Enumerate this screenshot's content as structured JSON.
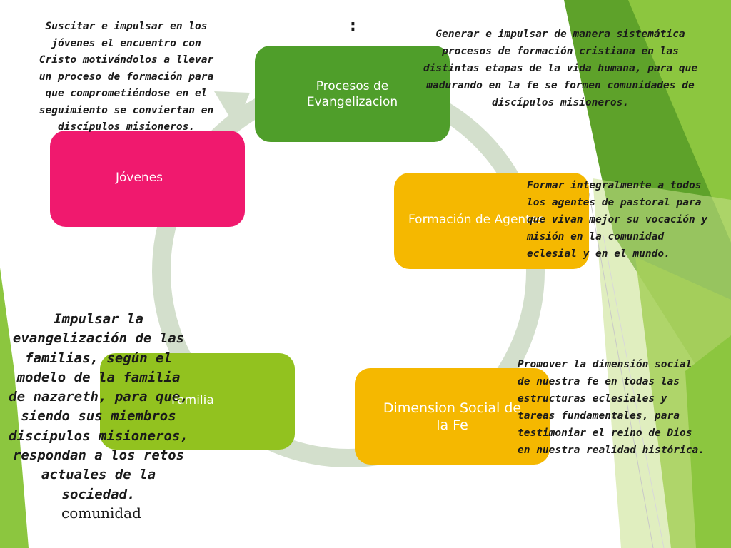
{
  "diagram": {
    "colon": ":",
    "nodes": {
      "procesos": {
        "label": "Procesos de Evangelizacion",
        "color": "#4f9e2a"
      },
      "jovenes": {
        "label": "Jóvenes",
        "color": "#f0196e"
      },
      "formacion": {
        "label": "Formación de Agentes",
        "color": "#f5b800"
      },
      "familia": {
        "label": "Familia",
        "color": "#92c21f"
      },
      "social": {
        "label": "Dimension Social de la Fe",
        "color": "#f5b800"
      }
    },
    "descriptions": {
      "jovenes": "Suscitar e impulsar en los jóvenes el encuentro con Cristo motivándolos a llevar un proceso de formación para que comprometiéndose en el seguimiento se conviertan en discípulos misioneros.",
      "procesos": "Generar e impulsar de manera sistemática procesos de formación cristiana en las distintas etapas de la vida humana, para que madurando en la fe se formen comunidades de discípulos misioneros.",
      "formacion": "Formar integralmente a todos los agentes de pastoral para que vivan mejor su vocación y misión en la comunidad eclesial y en el mundo.",
      "social": "Promover la dimensión social de nuestra fe en todas las estructuras eclesiales y tareas fundamentales, para testimoniar el reino de Dios en nuestra realidad histórica.",
      "familia": "Impulsar la evangelización de las familias, según el modelo de la familia de nazareth, para que, siendo sus miembros discípulos misioneros, respondan a los retos actuales de la sociedad.",
      "comunidad": "comunidad"
    },
    "colors": {
      "cycle_arrow": "#d3dfcc",
      "deco_dark_green": "#6fae2a",
      "deco_light_green": "#a6d05a"
    }
  }
}
